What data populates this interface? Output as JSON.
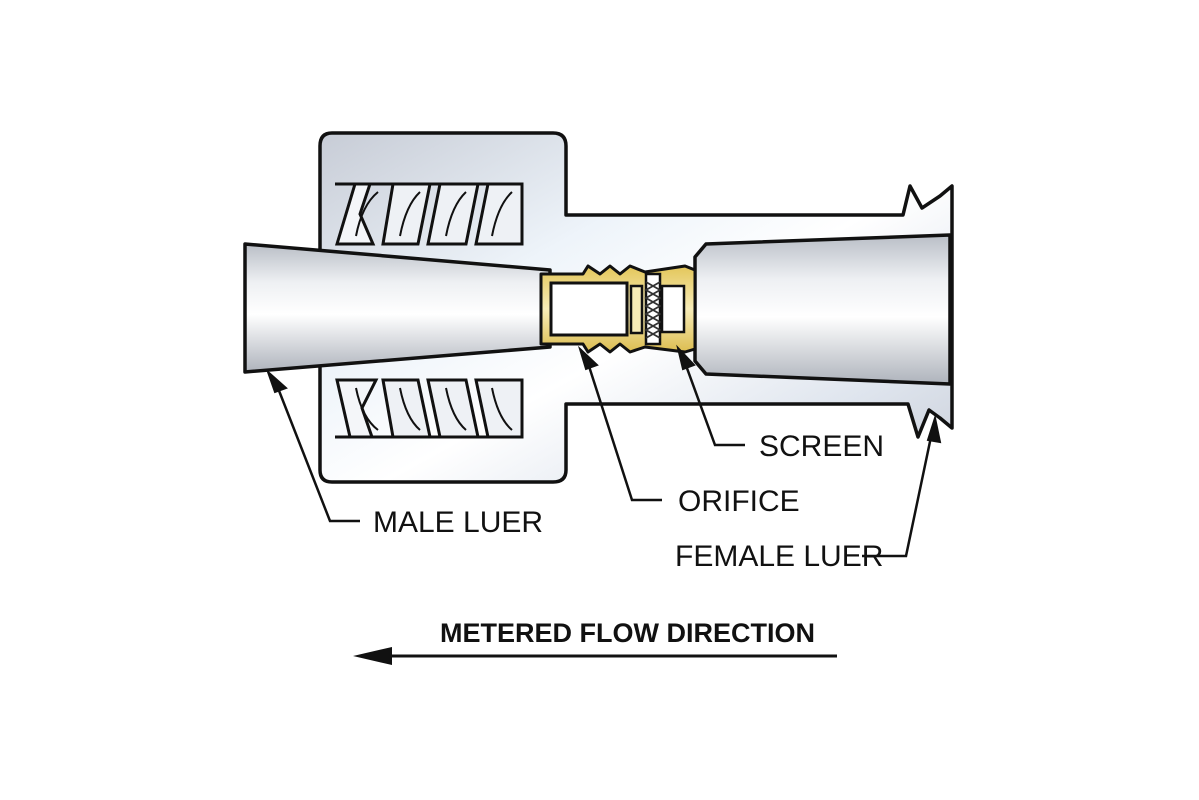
{
  "labels": {
    "male_luer": "MALE LUER",
    "orifice": "ORIFICE",
    "screen": "SCREEN",
    "female_luer": "FEMALE LUER"
  },
  "flow": {
    "caption": "METERED FLOW DIRECTION",
    "direction": "left"
  },
  "colors": {
    "outline": "#111111",
    "body_highlight": "#e6f0f8",
    "body_shadow": "#c9ced8",
    "orifice_brass": "#f2e3a0",
    "orifice_dark": "#d8b94a",
    "screen_mesh": "#555555"
  }
}
